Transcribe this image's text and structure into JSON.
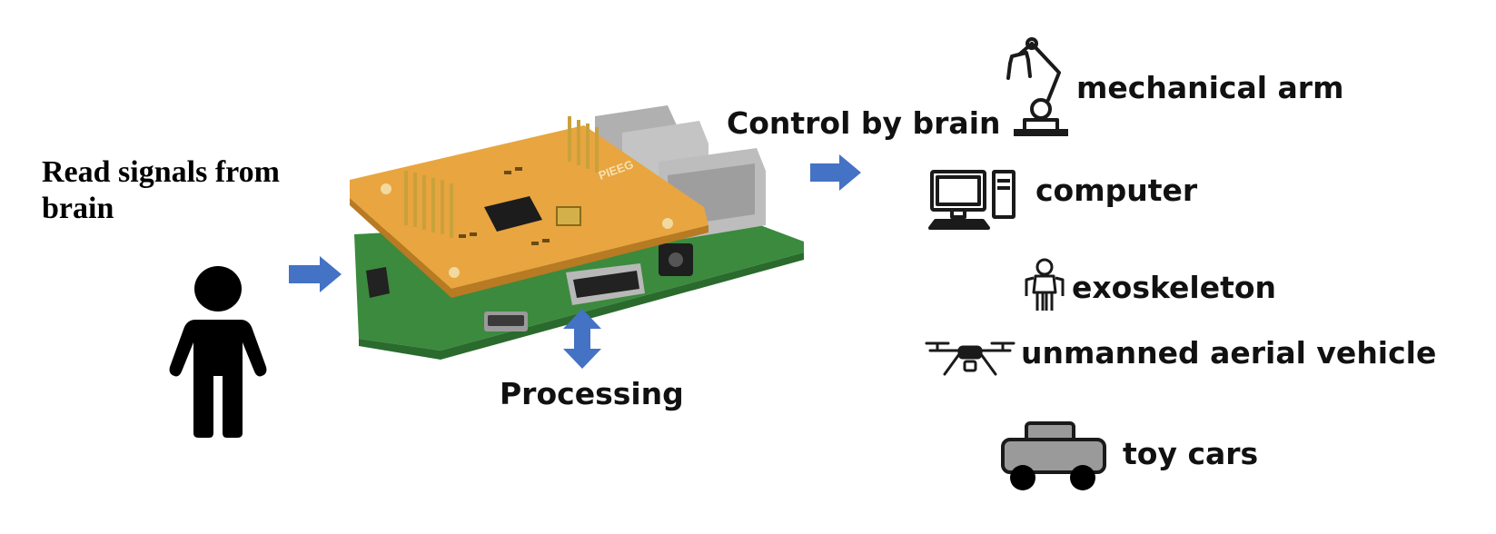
{
  "input": {
    "line1": "Read signals from",
    "line2": "brain"
  },
  "processing": {
    "label": "Processing"
  },
  "control": {
    "label": "Control by brain"
  },
  "outputs": {
    "mechanical_arm": "mechanical arm",
    "computer": "computer",
    "exoskeleton": "exoskeleton",
    "uav": "unmanned aerial vehicle",
    "toy_cars": "toy cars"
  },
  "board": {
    "silkscreen": "PIEEG"
  },
  "colors": {
    "arrow": "#4472c4",
    "board_pcb": "#e8a540",
    "base_pcb": "#3b8a3e",
    "icon": "#1a1a1a"
  }
}
